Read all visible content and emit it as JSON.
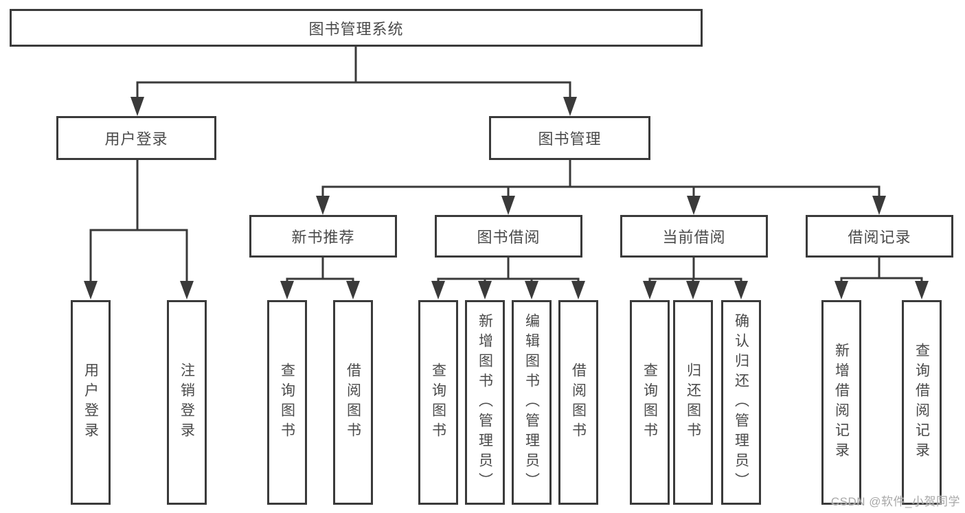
{
  "nodes": {
    "root": {
      "label": "图书管理系统"
    },
    "user_login": {
      "label": "用户登录"
    },
    "book_mgmt": {
      "label": "图书管理"
    },
    "new_books": {
      "label": "新书推荐"
    },
    "book_borrow": {
      "label": "图书借阅"
    },
    "current_borrow": {
      "label": "当前借阅"
    },
    "borrow_records": {
      "label": "借阅记录"
    },
    "leaves": {
      "ul_login": {
        "label": "用户登录"
      },
      "ul_logout": {
        "label": "注销登录"
      },
      "nb_query": {
        "label": "查询图书"
      },
      "nb_borrow": {
        "label": "借阅图书"
      },
      "bb_query": {
        "label": "查询图书"
      },
      "bb_add": {
        "label": "新增图书（管理员）"
      },
      "bb_edit": {
        "label": "编辑图书（管理员）"
      },
      "bb_borrow": {
        "label": "借阅图书"
      },
      "cb_query": {
        "label": "查询图书"
      },
      "cb_return": {
        "label": "归还图书"
      },
      "cb_confirm": {
        "label": "确认归还（管理员）"
      },
      "br_add": {
        "label": "新增借阅记录"
      },
      "br_query": {
        "label": "查询借阅记录"
      }
    }
  },
  "watermark": {
    "text": "CSDN @软件_小贺同学"
  },
  "colors": {
    "line": "#3a3a3a",
    "text": "#4a4a4a",
    "watermark": "#a8a8a8",
    "background": "#ffffff"
  }
}
